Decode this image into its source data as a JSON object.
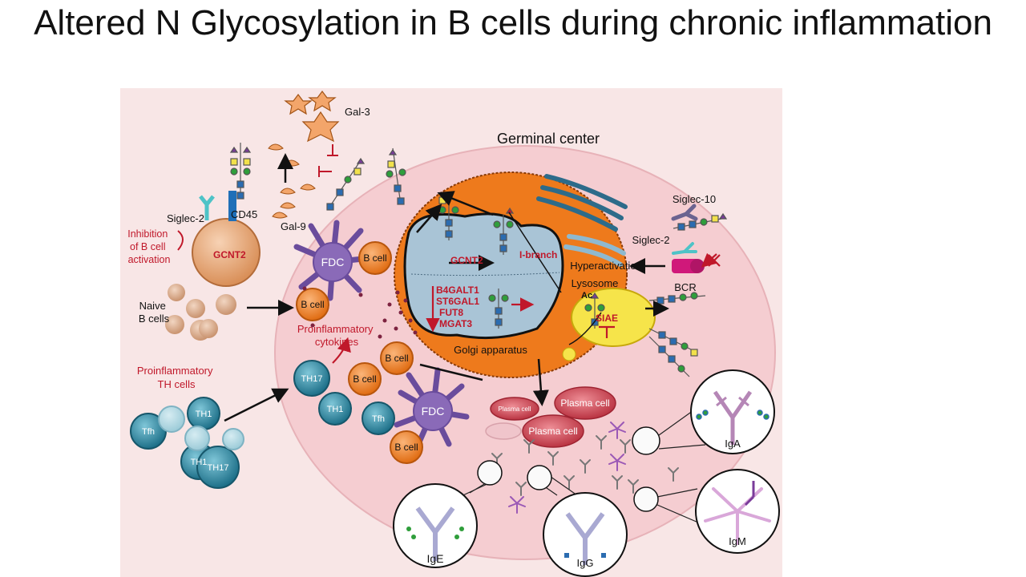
{
  "title": "Altered N Glycosylation in B cells during chronic inflammation",
  "labels": {
    "gal3": "Gal-3",
    "gal9": "Gal-9",
    "cd45": "CD45",
    "siglec2_left": "Siglec-2",
    "gcnt2_left": "GCNT2",
    "inhibition": [
      "Inhibition",
      "of B cell",
      "activation"
    ],
    "naive": [
      "Naive",
      "B cells"
    ],
    "proinflam_th": [
      "Proinflammatory",
      "TH cells"
    ],
    "fdc": "FDC",
    "b_cell": "B cell",
    "th17": "TH17",
    "th1": "TH1",
    "tfh": "Tfh",
    "proinflam_cytokines": [
      "Proinflammatory",
      "cytokines"
    ],
    "germinal_center": "Germinal center",
    "gcnt2_golgi": "GCNT2",
    "ibranch": "I-branch",
    "enzymes": [
      "B4GALT1",
      "ST6GAL1",
      "FUT8",
      "MGAT3"
    ],
    "golgi": "Golgi apparatus",
    "lysosome": "Lysosome",
    "ac": "Ac",
    "siae": "SIAE",
    "hyperactivation": "Hyperactivation",
    "siglec10": "Siglec-10",
    "siglec2_right": "Siglec-2",
    "bcr": "BCR",
    "plasma_cell": "Plasma cell",
    "iga": "IgA",
    "ige": "IgE",
    "igg": "IgG",
    "igm": "IgM"
  },
  "colors": {
    "enzyme_red": "#c0182a",
    "nucleus_orange": "#ef7a1a",
    "golgi_blue": "#a9c4d6",
    "gc_pink": "#f6d3d6",
    "bg_pink": "#f8e6e6",
    "tcell_teal": "#2e8fa8",
    "fdc_purple": "#6a4c9c",
    "lysosome_yellow": "#f6e44a",
    "plasma_red": "#c7404d"
  }
}
